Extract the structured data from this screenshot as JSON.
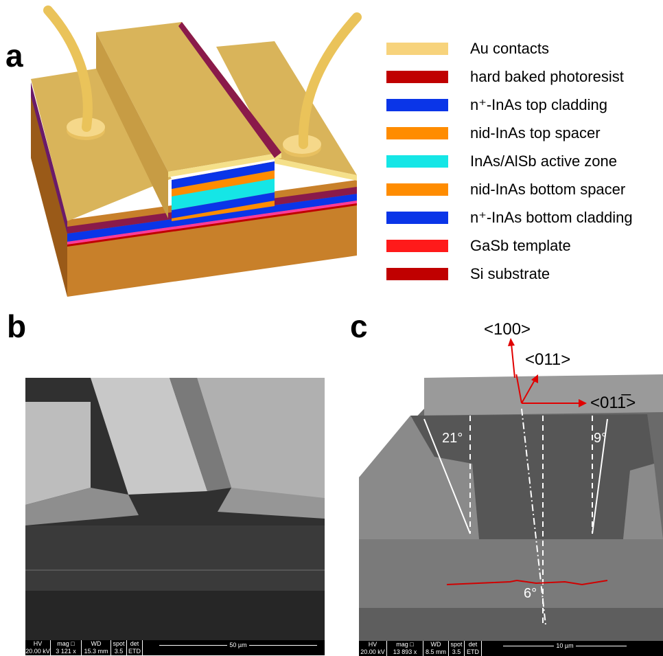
{
  "panels": {
    "a": "a",
    "b": "b",
    "c": "c"
  },
  "legend": [
    {
      "label": "Au contacts",
      "color": "#f7d37c"
    },
    {
      "label": "hard baked photoresist",
      "color": "#c00000"
    },
    {
      "label": "n⁺-InAs top cladding",
      "color": "#0a35e8"
    },
    {
      "label": "nid-InAs top spacer",
      "color": "#ff8c00"
    },
    {
      "label": "InAs/AlSb active zone",
      "color": "#15e6e6"
    },
    {
      "label": "nid-InAs bottom spacer",
      "color": "#ff8c00"
    },
    {
      "label": "n⁺-InAs bottom cladding",
      "color": "#0a35e8"
    },
    {
      "label": "GaSb template",
      "color": "#ff1a1a"
    },
    {
      "label": "Si substrate",
      "color": "#c00000"
    }
  ],
  "sem_b": {
    "headers": [
      "HV",
      "mag □",
      "WD",
      "spot",
      "det"
    ],
    "values": [
      "20.00 kV",
      "3 121 x",
      "15.3 mm",
      "3.5",
      "ETD"
    ],
    "scale": "50 µm"
  },
  "sem_c": {
    "headers": [
      "HV",
      "mag □",
      "WD",
      "spot",
      "det"
    ],
    "values": [
      "20.00 kV",
      "13 893 x",
      "8.5 mm",
      "3.5",
      "ETD"
    ],
    "scale": "10 µm",
    "directions": [
      "<100>",
      "<011>",
      "<011̅>"
    ],
    "angles": [
      "21°",
      "9°",
      "6°"
    ]
  }
}
